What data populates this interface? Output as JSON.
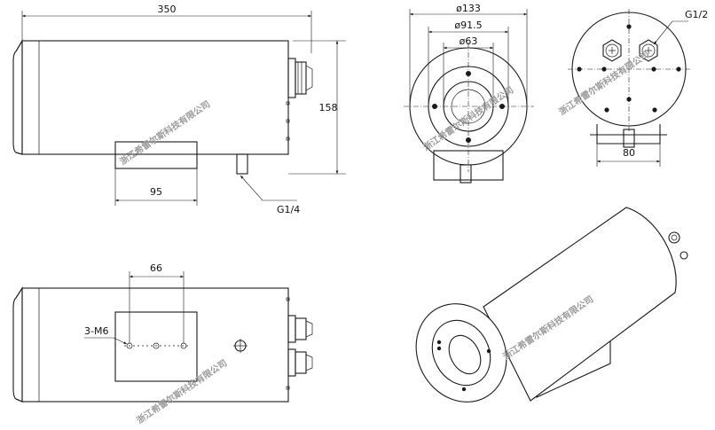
{
  "dimensions": {
    "length": "350",
    "height": "158",
    "bracket_width": "95",
    "dia_outer": "ø133",
    "dia_mid": "ø91.5",
    "dia_inner": "ø63",
    "rear_spacing": "80",
    "hole_spacing": "66"
  },
  "callouts": {
    "air_port": "G1/4",
    "cable_port": "G1/2",
    "mount_holes": "3-M6"
  },
  "watermark": "浙江希雷尔斯科技有限公司"
}
